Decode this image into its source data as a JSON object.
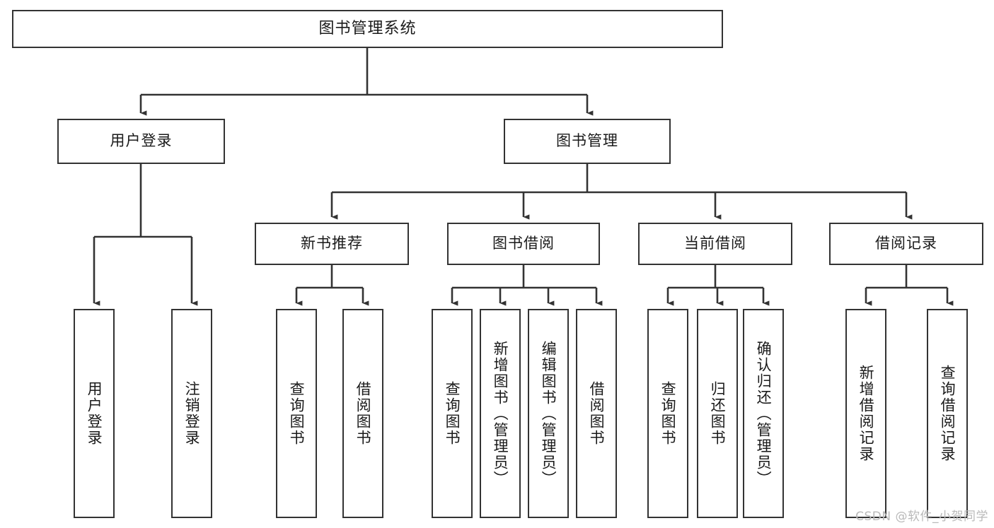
{
  "diagram": {
    "type": "tree",
    "title": "图书管理系统",
    "root": {
      "label": "图书管理系统"
    },
    "level2": [
      {
        "label": "用户登录"
      },
      {
        "label": "图书管理"
      }
    ],
    "level3": [
      {
        "label": "新书推荐"
      },
      {
        "label": "图书借阅"
      },
      {
        "label": "当前借阅"
      },
      {
        "label": "借阅记录"
      }
    ],
    "leaves": {
      "user_login": [
        {
          "label": "用户登录"
        },
        {
          "label": "注销登录"
        }
      ],
      "new_book_recommend": [
        {
          "label": "查询图书"
        },
        {
          "label": "借阅图书"
        }
      ],
      "book_borrow": [
        {
          "label": "查询图书"
        },
        {
          "label": "新增图书（管理员）"
        },
        {
          "label": "编辑图书（管理员）"
        },
        {
          "label": "借阅图书"
        }
      ],
      "current_borrow": [
        {
          "label": "查询图书"
        },
        {
          "label": "归还图书"
        },
        {
          "label": "确认归还（管理员）"
        }
      ],
      "borrow_record": [
        {
          "label": "新增借阅记录"
        },
        {
          "label": "查询借阅记录"
        }
      ]
    }
  },
  "watermark": {
    "text": "CSDN @软件_小贺同学"
  },
  "colors": {
    "border": "#333333",
    "background": "#ffffff",
    "text": "#1a1a1a",
    "watermark": "#b9b9b9"
  }
}
